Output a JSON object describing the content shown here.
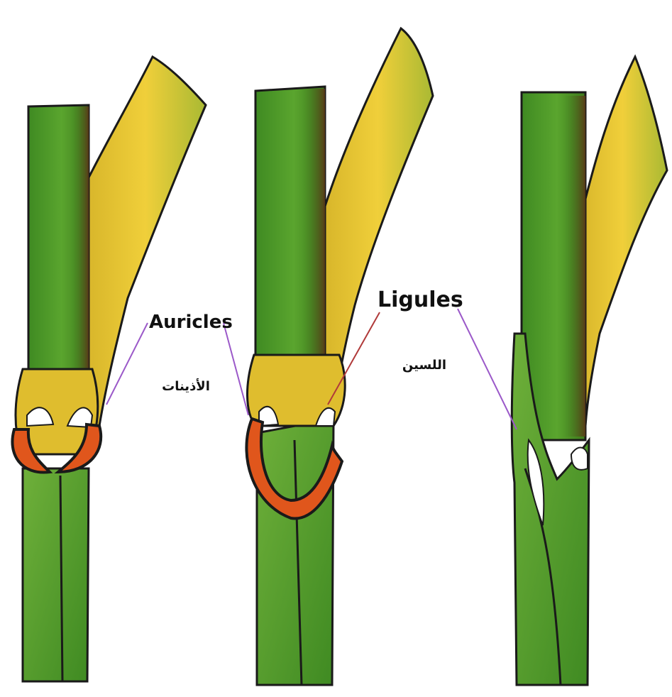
{
  "labels": {
    "auricles_en": "Auricles",
    "auricles_ar": "الأذينات",
    "ligules_en": "Ligules",
    "ligules_ar": "اللسين"
  },
  "colors": {
    "stem_green": "#4e9a2a",
    "stem_dark": "#5a3a18",
    "leaf_yellow": "#e8c42a",
    "leaf_green": "#7fae35",
    "auricle_orange": "#e0561c",
    "outline": "#1a1a1a",
    "leader_line": "#9b59c9"
  }
}
